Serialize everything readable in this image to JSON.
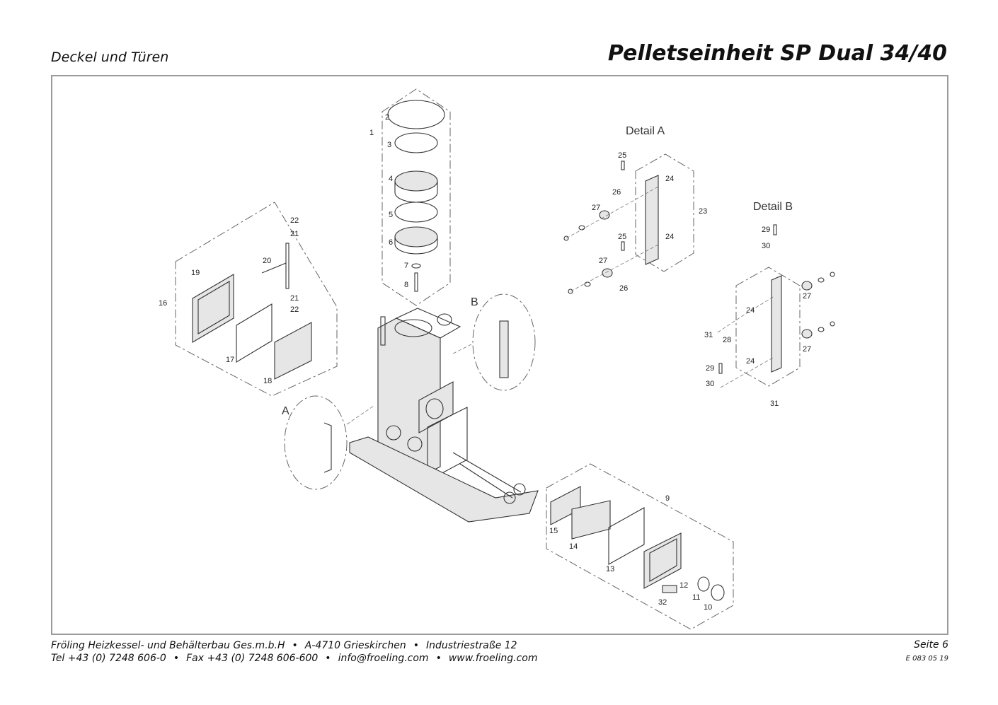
{
  "header": {
    "subtitle": "Deckel und Türen",
    "title": "Pelletseinheit SP Dual 34/40"
  },
  "drawing": {
    "detail_a_title": "Detail A",
    "detail_b_title": "Detail B",
    "callout_a": "A",
    "callout_b": "B",
    "labels": {
      "p1": "1",
      "p2": "2",
      "p3": "3",
      "p4": "4",
      "p5": "5",
      "p6": "6",
      "p7": "7",
      "p8": "8",
      "p9": "9",
      "p10": "10",
      "p11": "11",
      "p12": "12",
      "p13": "13",
      "p14": "14",
      "p15": "15",
      "p16": "16",
      "p17": "17",
      "p18": "18",
      "p19": "19",
      "p20": "20",
      "p21a": "21",
      "p21b": "21",
      "p22a": "22",
      "p22b": "22",
      "p23": "23",
      "p24a": "24",
      "p24b": "24",
      "p24c": "24",
      "p24d": "24",
      "p25a": "25",
      "p25b": "25",
      "p26a": "26",
      "p26b": "26",
      "p27a": "27",
      "p27b": "27",
      "p27c": "27",
      "p27d": "27",
      "p28": "28",
      "p29a": "29",
      "p29b": "29",
      "p30a": "30",
      "p30b": "30",
      "p31a": "31",
      "p31b": "31",
      "p32": "32"
    }
  },
  "footer": {
    "company": "Fröling Heizkessel- und Behälterbau Ges.m.b.H",
    "address": "A-4710 Grieskirchen",
    "street": "Industriestraße 12",
    "tel": "Tel +43 (0) 7248 606-0",
    "fax": "Fax +43 (0) 7248 606-600",
    "email": "info@froeling.com",
    "web": "www.froeling.com",
    "page": "Seite 6",
    "doc_number": "E 083 05 19"
  }
}
